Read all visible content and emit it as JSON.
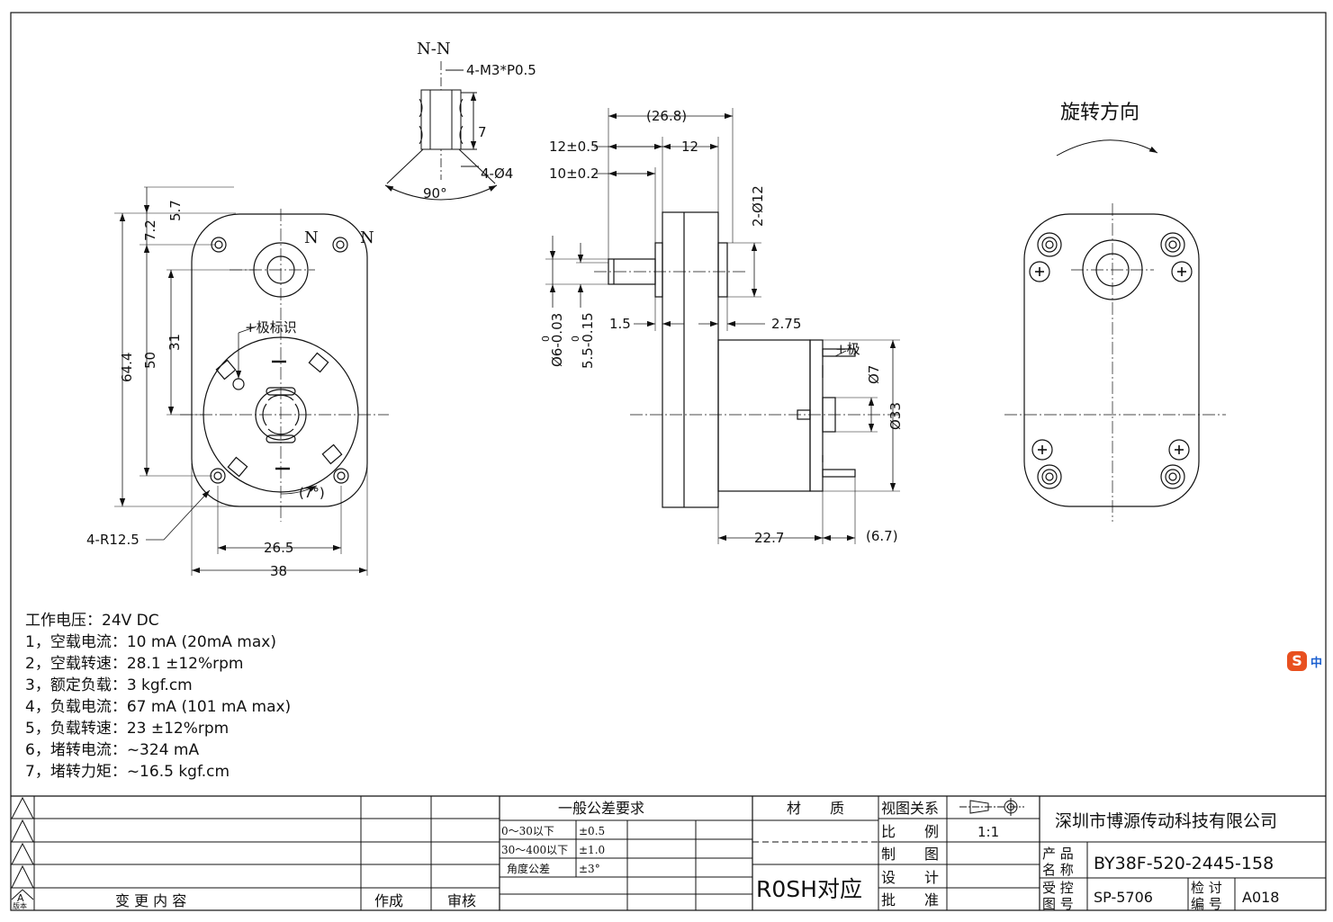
{
  "section_n": "N-N",
  "labels": {
    "thread": "4-M3*P0.5",
    "dim_7_small": "7",
    "hole4": "4-Ø4",
    "angle90": "90°",
    "n_left": "N",
    "n_right": "N",
    "d57": "5.7",
    "d72": "7.2",
    "d644": "64.4",
    "d50": "50",
    "d31": "31",
    "plus_mark": "+极标识",
    "angle7": "(7°)",
    "r125": "4-R12.5",
    "d265": "26.5",
    "d38": "38",
    "d268": "(26.8)",
    "d12tol": "12±0.5",
    "d12": "12",
    "d10tol": "10±0.2",
    "d2o12": "2-Ø12",
    "d6tol": "Ø6-0.03",
    "d6zero": "0",
    "d55tol": "5.5-0.15",
    "d55zero": "0",
    "d15": "1.5",
    "d275": "2.75",
    "plus_pole": "+极",
    "d7": "Ø7",
    "d33": "Ø33",
    "d227": "22.7",
    "d67": "(6.7)",
    "rotation": "旋转方向"
  },
  "specs": [
    "工作电压：24V DC",
    "1，空载电流：10 mA (20mA max)",
    "2，空载转速：28.1 ±12%rpm",
    "3，额定负载：3 kgf.cm",
    "4，负载电流：67 mA (101 mA max)",
    "5，负载转速：23 ±12%rpm",
    "6，堵转电流：~324 mA",
    "7，堵转力矩：~16.5 kgf.cm"
  ],
  "title_block": {
    "change_content": "变 更 内 容",
    "author": "作成",
    "review": "审核",
    "version": "版本",
    "version_a": "A",
    "tolerance_title": "一般公差要求",
    "tol_rows": [
      {
        "range": "0～30以下",
        "tol": "±0.5"
      },
      {
        "range": "30～400以下",
        "tol": "±1.0"
      },
      {
        "range": "角度公差",
        "tol": "±3°"
      }
    ],
    "material": "材　　质",
    "rosh": "R0SH对应",
    "view": "视图关系",
    "scale": "比　　例",
    "scale_value": "1:1",
    "drawn": "制　　图",
    "design": "设　　计",
    "approve": "批　　准",
    "company": "深圳市博源传动科技有限公司",
    "product_name_label_1": "产 品",
    "product_name_label_2": "名 称",
    "product_name": "BY38F-520-2445-158",
    "drawing_no_label_1": "受 控",
    "drawing_no_label_2": "图 号",
    "drawing_no": "SP-5706",
    "check_no_label_1": "检 讨",
    "check_no_label_2": "编 号",
    "check_no": "A018"
  },
  "ime": {
    "logo": "S",
    "lang": "中"
  }
}
